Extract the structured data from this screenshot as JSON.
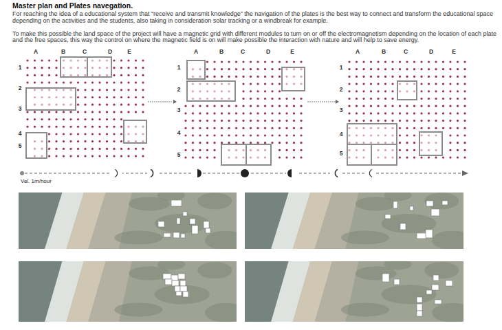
{
  "diagram": {
    "title": "Master plan and Plates navegation.",
    "labels": [
      "For reaching the idea of a educational system that “receive and transmit knowledge” the navigation of the plates is the best way to connect and transform the educational space depending on the activities and the students, also taking in consideration solar tracking or a windbreak for example.",
      "To make this possible the land space of the project will have a magnetic grid with different modules to turn on or off the electromagnetism depending on the location of each plate and the free spaces, this way the control on where the magnetic field is on will make possible the interaction with nature and will help to save energy.",
      "A",
      "B",
      "C",
      "D",
      "E",
      "1",
      "2",
      "3",
      "4",
      "5",
      "A",
      "B",
      "C",
      "D",
      "E",
      "1",
      "2",
      "3",
      "4",
      "5",
      "A",
      "B",
      "C",
      "D",
      "E",
      "1",
      "2",
      "3",
      "4",
      "5",
      "Vel. 1m/hour"
    ]
  }
}
